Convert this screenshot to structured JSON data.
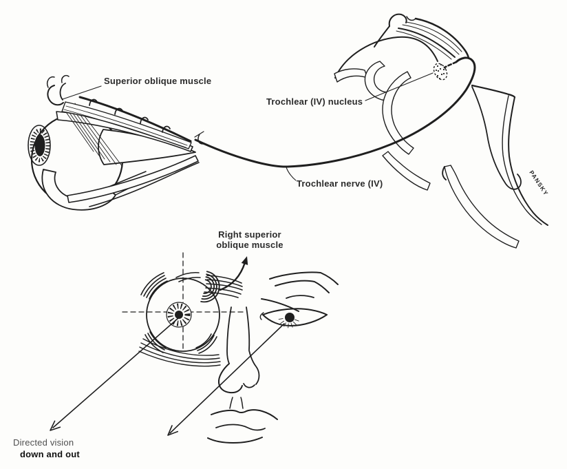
{
  "figure": {
    "ink_color": "#1f1f1f",
    "background_color": "#fdfdfb",
    "labels": {
      "superior_oblique_muscle": "Superior oblique muscle",
      "trochlear_nucleus": "Trochlear (IV) nucleus",
      "trochlear_nerve": "Trochlear nerve (IV)",
      "right_superior_line1": "Right superior",
      "right_superior_line2": "oblique muscle",
      "directed_vision_line1": "Directed vision",
      "directed_vision_line2": "down and out",
      "artist_signature": "PANSKY"
    }
  }
}
